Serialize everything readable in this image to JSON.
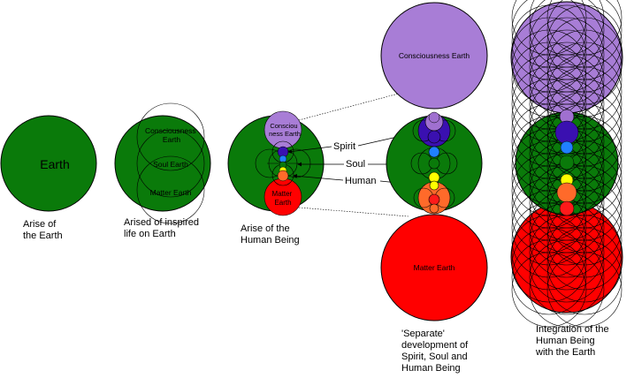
{
  "colors": {
    "earth_green": "#0a7a0a",
    "matter_red": "#ff0000",
    "consciousness_purple": "#a87dd6",
    "outline": "#000000",
    "chakras": [
      "#ffffff",
      "#a070d0",
      "#3a10b0",
      "#2080ff",
      "#0a7a0a",
      "#ffff00",
      "#ff6a2a",
      "#ff1a1a"
    ]
  },
  "stages": [
    {
      "earth_label": "Earth",
      "caption": "Arise of\nthe Earth"
    },
    {
      "consciousness_label": "Consciousness\nEarth",
      "soul_label": "Soul Earth",
      "matter_label": "Matter Earth",
      "caption": "Arised of inspired\nlife on Earth"
    },
    {
      "consciousness_label": "Consciou\nness Earth",
      "matter_label": "Matter\nEarth",
      "caption": "Arise of the\nHuman Being"
    },
    {
      "consciousness_label": "Consciousness Earth",
      "matter_label": "Matter Earth",
      "spirit_label": "Spirit",
      "soul_label": "Soul",
      "human_label": "Human",
      "caption": "'Separate'\ndevelopment of\nSpirit, Soul and\nHuman Being"
    },
    {
      "caption": "Integration of the\nHuman Being\nwith the Earth"
    }
  ]
}
